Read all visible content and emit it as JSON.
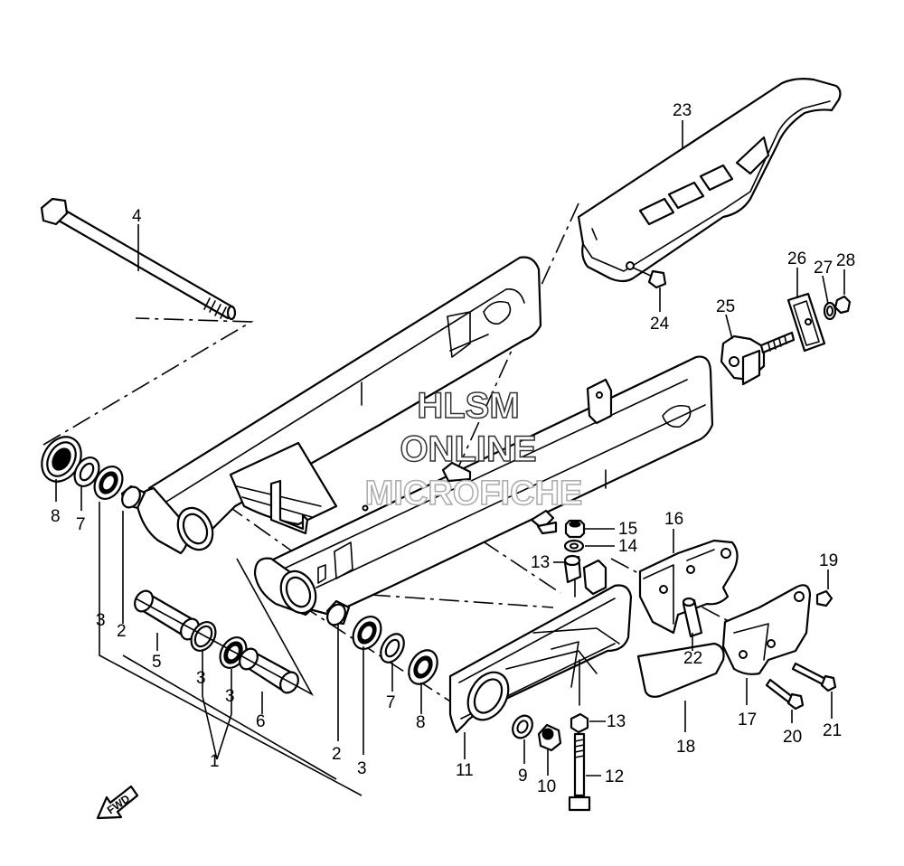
{
  "watermark": {
    "line1": "HLSM",
    "line2": "ONLINE",
    "line3": "MICROFICHE"
  },
  "direction_label": "FWD",
  "callouts": [
    {
      "id": "c1",
      "number": "1"
    },
    {
      "id": "c2a",
      "number": "2"
    },
    {
      "id": "c2b",
      "number": "2"
    },
    {
      "id": "c3a",
      "number": "3"
    },
    {
      "id": "c3b",
      "number": "3"
    },
    {
      "id": "c3c",
      "number": "3"
    },
    {
      "id": "c3d",
      "number": "3"
    },
    {
      "id": "c4",
      "number": "4"
    },
    {
      "id": "c5",
      "number": "5"
    },
    {
      "id": "c6",
      "number": "6"
    },
    {
      "id": "c7a",
      "number": "7"
    },
    {
      "id": "c7b",
      "number": "7"
    },
    {
      "id": "c8a",
      "number": "8"
    },
    {
      "id": "c8b",
      "number": "8"
    },
    {
      "id": "c9",
      "number": "9"
    },
    {
      "id": "c10",
      "number": "10"
    },
    {
      "id": "c11",
      "number": "11"
    },
    {
      "id": "c12",
      "number": "12"
    },
    {
      "id": "c13a",
      "number": "13"
    },
    {
      "id": "c13b",
      "number": "13"
    },
    {
      "id": "c14",
      "number": "14"
    },
    {
      "id": "c15",
      "number": "15"
    },
    {
      "id": "c16",
      "number": "16"
    },
    {
      "id": "c17",
      "number": "17"
    },
    {
      "id": "c18",
      "number": "18"
    },
    {
      "id": "c19",
      "number": "19"
    },
    {
      "id": "c20",
      "number": "20"
    },
    {
      "id": "c21",
      "number": "21"
    },
    {
      "id": "c22",
      "number": "22"
    },
    {
      "id": "c23",
      "number": "23"
    },
    {
      "id": "c24",
      "number": "24"
    },
    {
      "id": "c25",
      "number": "25"
    },
    {
      "id": "c26",
      "number": "26"
    },
    {
      "id": "c27",
      "number": "27"
    },
    {
      "id": "c28",
      "number": "28"
    }
  ]
}
